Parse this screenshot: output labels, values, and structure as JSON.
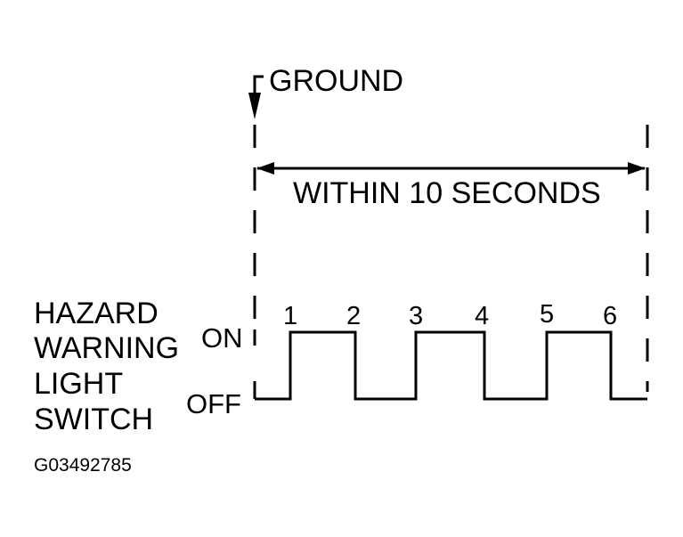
{
  "ground_label": "GROUND",
  "interval_label": "WITHIN 10 SECONDS",
  "switch_label": [
    "HAZARD",
    "WARNING",
    "LIGHT",
    "SWITCH"
  ],
  "state_on": "ON",
  "state_off": "OFF",
  "transitions": [
    "1",
    "2",
    "3",
    "4",
    "5",
    "6"
  ],
  "figure_code": "G03492785"
}
